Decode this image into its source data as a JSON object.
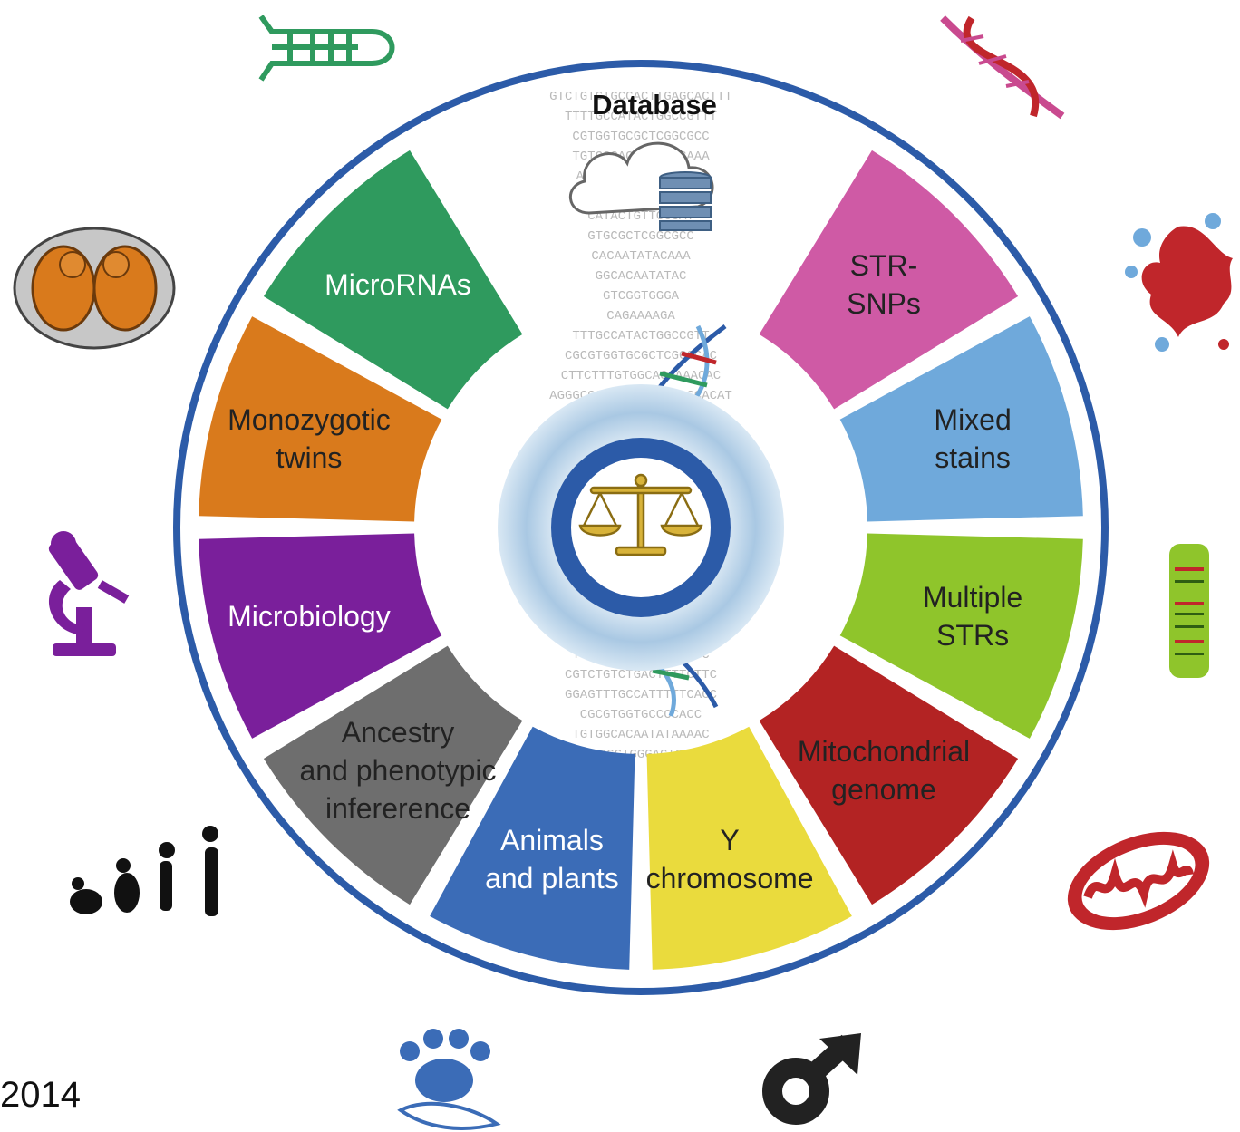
{
  "center_title": "Database",
  "year_label": "2014",
  "segments": [
    {
      "label": [
        "STR-",
        "SNPs"
      ],
      "color": "#cf5aa5",
      "text_color": "#222"
    },
    {
      "label": [
        "Mixed",
        "stains"
      ],
      "color": "#6fa9db",
      "text_color": "#222"
    },
    {
      "label": [
        "Multiple",
        "STRs"
      ],
      "color": "#8fc52b",
      "text_color": "#222"
    },
    {
      "label": [
        "Mitochondrial",
        "genome"
      ],
      "color": "#b32323",
      "text_color": "#222"
    },
    {
      "label": [
        "Y",
        "chromosome"
      ],
      "color": "#eadb3d",
      "text_color": "#222"
    },
    {
      "label": [
        "Animals",
        "and plants"
      ],
      "color": "#3b6cb7",
      "text_color": "#ffffff"
    },
    {
      "label": [
        "Ancestry",
        "and  phenotypic",
        "infererence"
      ],
      "color": "#6e6e6e",
      "text_color": "#222"
    },
    {
      "label": [
        "Microbiology"
      ],
      "color": "#7a1f9b",
      "text_color": "#ffffff"
    },
    {
      "label": [
        "Monozygotic",
        "twins"
      ],
      "color": "#d97a1c",
      "text_color": "#222"
    },
    {
      "label": [
        "MicroRNAs"
      ],
      "color": "#2f9a5e",
      "text_color": "#ffffff"
    }
  ],
  "icons": [
    {
      "name": "microrna-hairpin-icon",
      "color": "#2f9a5e"
    },
    {
      "name": "dna-helix-icon",
      "color": "#c94a8f"
    },
    {
      "name": "twins-embryo-icon",
      "color": "#d97a1c"
    },
    {
      "name": "blood-splatter-icon",
      "color": "#c0262b"
    },
    {
      "name": "microscope-icon",
      "color": "#7a1f9b"
    },
    {
      "name": "str-gel-bands-icon",
      "color": "#8fc52b"
    },
    {
      "name": "human-evolution-icon",
      "color": "#111111"
    },
    {
      "name": "mitochondrion-icon",
      "color": "#c0262b"
    },
    {
      "name": "paw-leaf-icon",
      "color": "#3b6cb7"
    },
    {
      "name": "male-symbol-icon",
      "color": "#222222"
    },
    {
      "name": "cloud-database-icon",
      "color": "#6f8fb3"
    },
    {
      "name": "scales-of-justice-icon",
      "color": "#c9a227"
    }
  ],
  "colors": {
    "ring": "#2c5ba8",
    "center_ring": "#2c5ba8"
  }
}
